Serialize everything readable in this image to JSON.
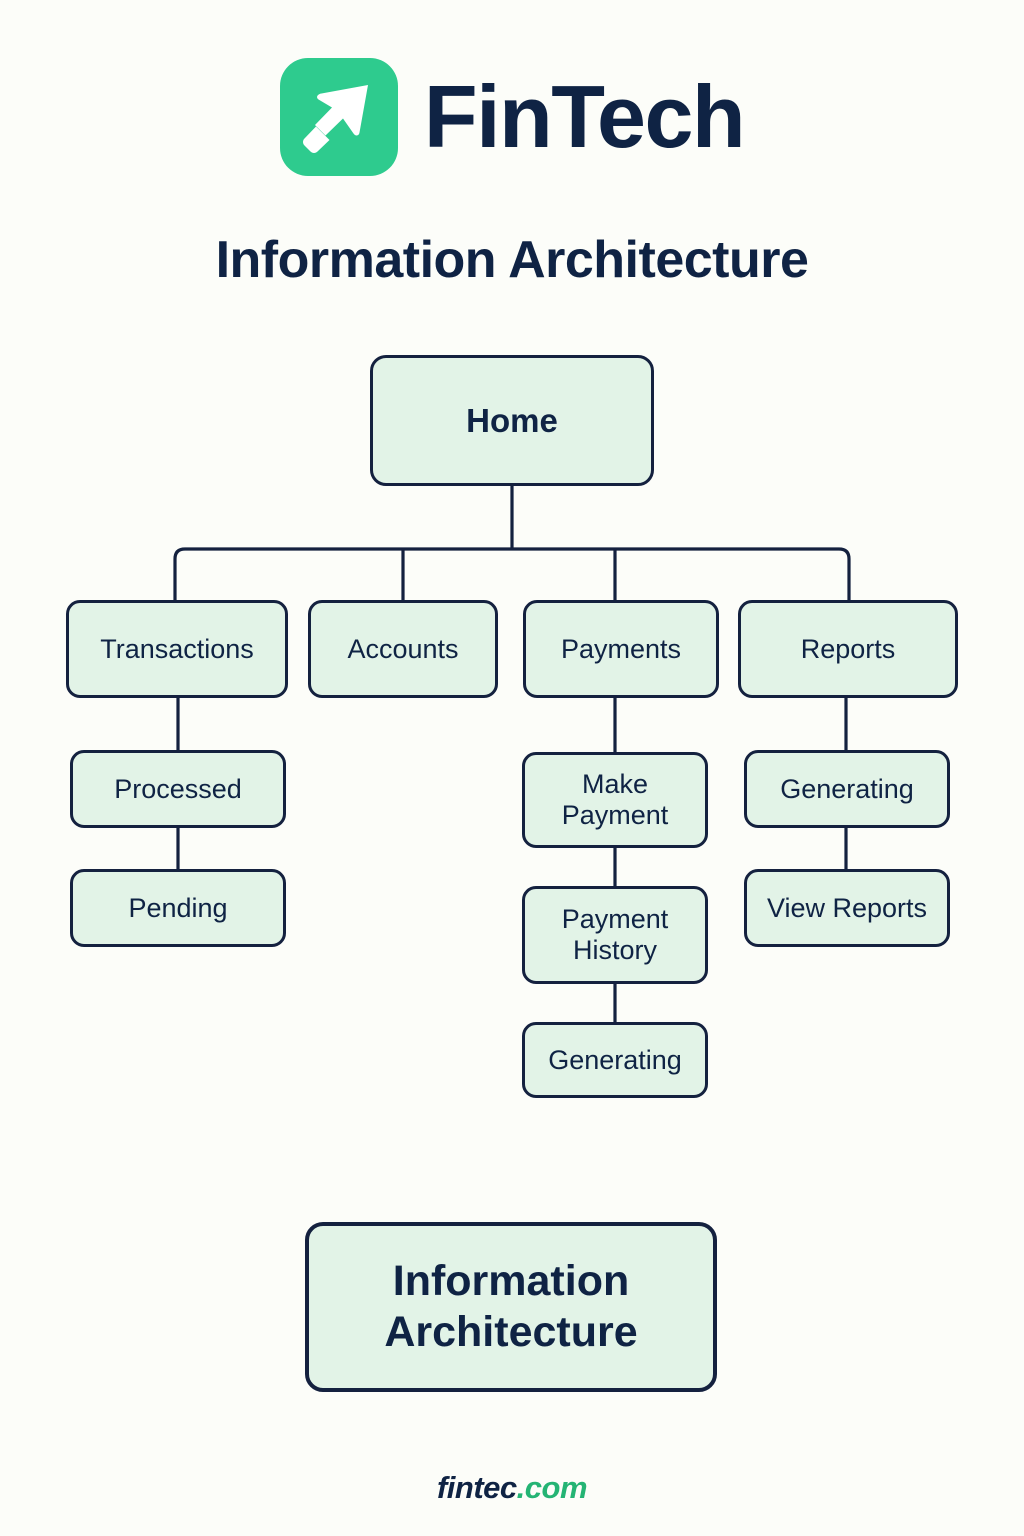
{
  "brand": {
    "name": "FinTech",
    "logo_icon": "arrow-up-right-cursor-icon",
    "logo_color": "#2ecb8e"
  },
  "page": {
    "title": "Information Architecture",
    "background_color": "#fcfdf9",
    "node_fill_color": "#e2f3e7",
    "node_border_color": "#14213f",
    "text_color": "#0f2344"
  },
  "diagram": {
    "type": "tree",
    "root": {
      "label": "Home"
    },
    "branches": [
      {
        "label": "Transactions",
        "children": [
          {
            "label": "Processed"
          },
          {
            "label": "Pending"
          }
        ]
      },
      {
        "label": "Accounts",
        "children": []
      },
      {
        "label": "Payments",
        "children": [
          {
            "label": "Make Payment"
          },
          {
            "label": "Payment History"
          },
          {
            "label": "Generating"
          }
        ]
      },
      {
        "label": "Reports",
        "children": [
          {
            "label": "Generating"
          },
          {
            "label": "View Reports"
          }
        ]
      }
    ]
  },
  "summary_card": {
    "line1": "Information",
    "line2": "Architecture"
  },
  "footer": {
    "name": "fintec",
    "tld": ".com"
  }
}
